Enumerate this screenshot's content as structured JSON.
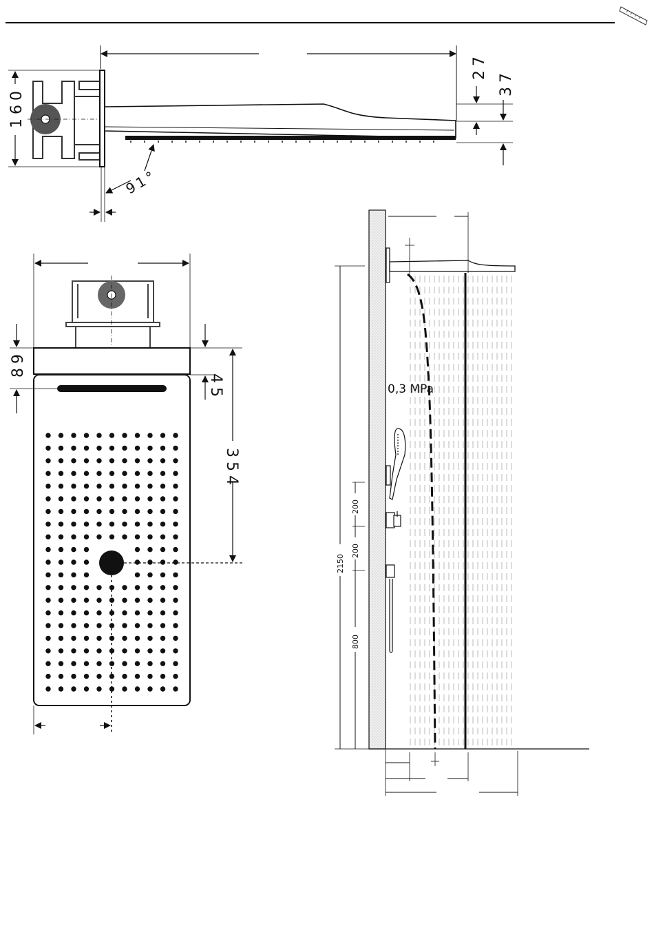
{
  "drawing": {
    "corner_icon": "hand-pen-icon",
    "side_view": {
      "dim_height": "160",
      "dim_head_height": "27",
      "dim_total_height": "37",
      "dim_angle": "91°"
    },
    "front_view": {
      "dim_top_offset": "89",
      "dim_plate_thickness": "45",
      "dim_center_depth": "354"
    },
    "installation_view": {
      "pressure_label": "0,3 MPa",
      "dim_total_height": "2150",
      "dim_segment_1": "200",
      "dim_segment_2": "200",
      "dim_floor_to_hose": "800"
    }
  },
  "colors": {
    "ink": "#111111",
    "wall_fill": "#e9e9e9",
    "spray": "#9a9a9a"
  }
}
